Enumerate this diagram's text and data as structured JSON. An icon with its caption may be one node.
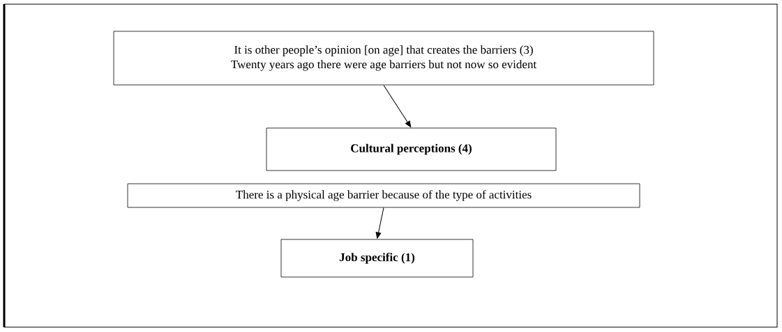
{
  "diagram": {
    "nodes": [
      {
        "text": [
          "It is other people’s opinion [on age] that creates the barriers (3)",
          "Twenty years ago there were age barriers but not now so evident"
        ]
      },
      {
        "text": [
          "Cultural perceptions (4)"
        ]
      },
      {
        "text": [
          "There is a physical age barrier because of the type of activities"
        ]
      },
      {
        "text": [
          "Job specific (1)"
        ]
      }
    ],
    "edges": [
      {
        "from": 0,
        "to": 1,
        "arrow": "to"
      },
      {
        "from": 2,
        "to": 3,
        "arrow": "to"
      }
    ]
  }
}
